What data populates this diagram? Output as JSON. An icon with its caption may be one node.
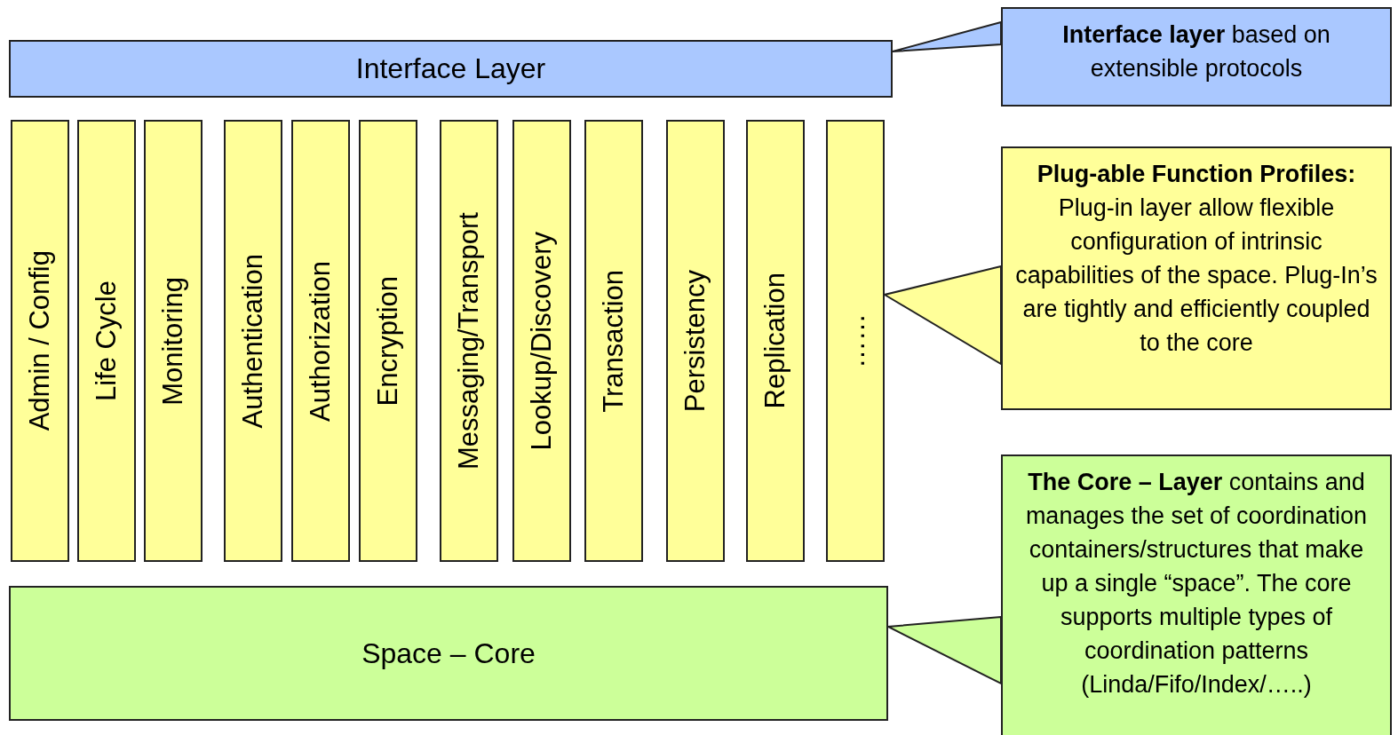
{
  "diagram": {
    "nodes": [
      {
        "text": [
          "Interface Layer"
        ]
      },
      {
        "text": [
          "Admin / Config"
        ]
      },
      {
        "text": [
          "Life Cycle"
        ]
      },
      {
        "text": [
          "Monitoring"
        ]
      },
      {
        "text": [
          "Authentication"
        ]
      },
      {
        "text": [
          "Authorization"
        ]
      },
      {
        "text": [
          "Encryption"
        ]
      },
      {
        "text": [
          "Messaging/Transport"
        ]
      },
      {
        "text": [
          "Lookup/Discovery"
        ]
      },
      {
        "text": [
          "Transaction"
        ]
      },
      {
        "text": [
          "Persistency"
        ]
      },
      {
        "text": [
          "Replication"
        ]
      },
      {
        "text": [
          "……"
        ]
      },
      {
        "text": [
          "Space – Core"
        ]
      },
      {
        "text": [
          "**Interface layer** based on extensible protocols"
        ]
      },
      {
        "text": [
          "Plug-able Function Profiles:",
          "Plug-in layer allow flexible configuration of intrinsic capabilities of the space. Plug-In’s are tightly and efficiently coupled to the core"
        ]
      },
      {
        "text": [
          "**The Core – Layer** contains and manages the set of coordination containers/structures that make up a single “space”. The core supports multiple types of coordination patterns (Linda/Fifo/Index/…..)"
        ]
      }
    ],
    "edges": [
      {
        "from": 14,
        "to": 0,
        "arrow": "to"
      },
      {
        "from": 15,
        "to": 12,
        "arrow": "to"
      },
      {
        "from": 16,
        "to": 13,
        "arrow": "to"
      }
    ]
  }
}
